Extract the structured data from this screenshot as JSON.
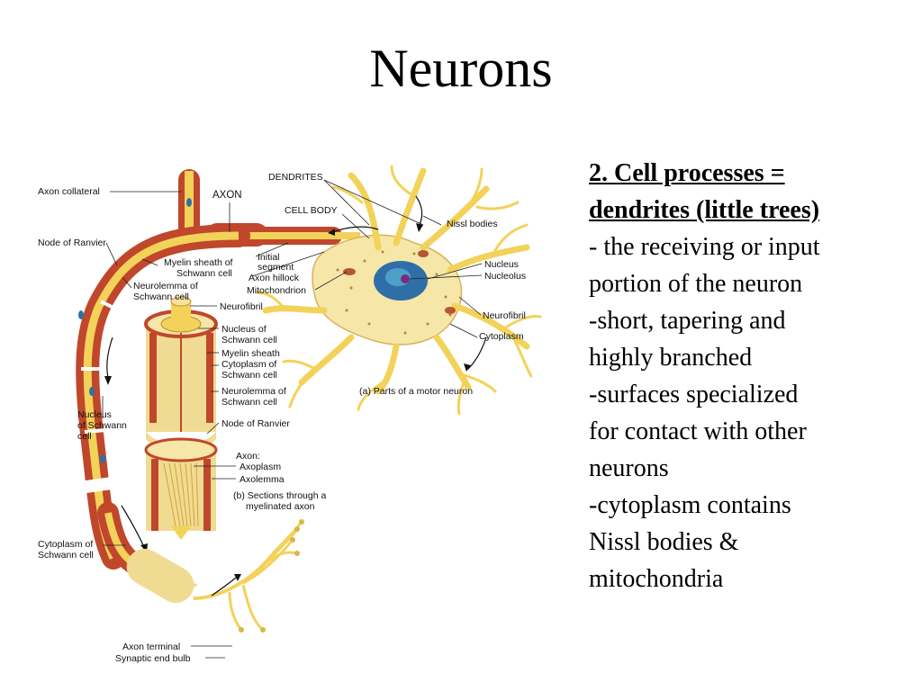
{
  "slide": {
    "title": "Neurons"
  },
  "text_block": {
    "heading_lines": [
      "2. Cell processes =",
      "dendrites (little trees)"
    ],
    "body_lines": [
      "- the receiving or input",
      "portion of the neuron",
      "-short, tapering and",
      "highly branched",
      "-surfaces specialized",
      "for contact with other",
      "neurons",
      "-cytoplasm contains",
      "Nissl bodies &",
      "mitochondria"
    ]
  },
  "diagram": {
    "labels": {
      "axon_collateral": "Axon collateral",
      "axon": "AXON",
      "dendrites": "DENDRITES",
      "cell_body": "CELL BODY",
      "nissl_bodies": "Nissl bodies",
      "node_of_ranvier": "Node of Ranvier",
      "myelin_sheath_1": "Myelin sheath of",
      "myelin_sheath_2": "Schwann cell",
      "initial_segment_1": "Initial",
      "initial_segment_2": "segment",
      "axon_hillock": "Axon hillock",
      "mitochondrion": "Mitochondrion",
      "neurolemma_1": "Neurolemma of",
      "neurolemma_2": "Schwann cell",
      "nucleus": "Nucleus",
      "nucleolus": "Nucleolus",
      "neurofibril_left": "Neurofibril",
      "neurofibril_right": "Neurofibril",
      "cytoplasm": "Cytoplasm",
      "nucleus_schwann_b_1": "Nucleus of",
      "nucleus_schwann_b_2": "Schwann cell",
      "myelin_sheath_b": "Myelin sheath",
      "cytoplasm_of_b_1": "Cytoplasm of",
      "cytoplasm_of_b_2": "Schwann cell",
      "neurolemma_b_1": "Neurolemma of",
      "neurolemma_b_2": "Schwann cell",
      "caption_a": "(a) Parts of a motor neuron",
      "nucleus_schwann_left_1": "Nucleus",
      "nucleus_schwann_left_2": "of Schwann",
      "nucleus_schwann_left_3": "cell",
      "node_of_ranvier_b": "Node of Ranvier",
      "axon_b": "Axon:",
      "axoplasm": "Axoplasm",
      "axolemma": "Axolemma",
      "caption_b_1": "(b) Sections through a",
      "caption_b_2": "myelinated axon",
      "cytoplasm_schwann_left_1": "Cytoplasm of",
      "cytoplasm_schwann_left_2": "Schwann cell",
      "axon_terminal": "Axon terminal",
      "synaptic_end_bulb": "Synaptic end bulb"
    },
    "colors": {
      "myelin": "#c0472b",
      "axon": "#f3d25a",
      "cytoplasm": "#f6e6a8",
      "nucleus": "#2f6fa8"
    }
  }
}
